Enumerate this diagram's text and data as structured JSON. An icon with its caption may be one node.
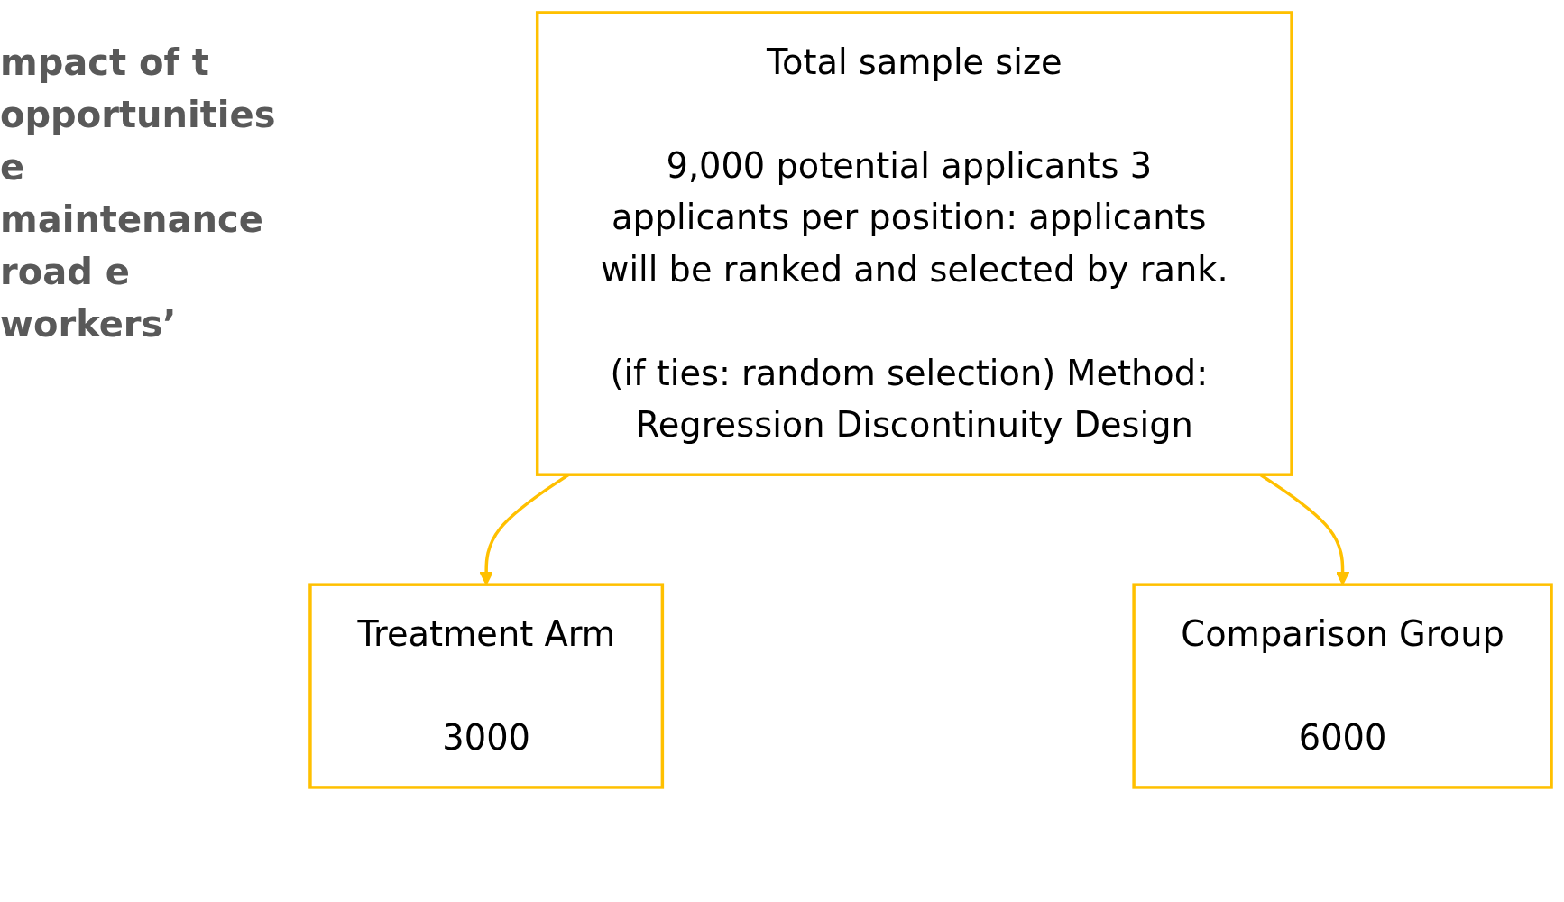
{
  "diagram": {
    "nodes": [
      {
        "text": [
          "Total sample size",
          "9,000 potential applicants 3 applicants per position: applicants will be ranked and selected by rank.",
          "(if ties: random selection) Method: Regression Discontinuity Design"
        ]
      },
      {
        "text": [
          "Treatment Arm",
          "3000"
        ]
      },
      {
        "text": [
          "Comparison Group",
          "6000"
        ]
      }
    ],
    "edges": [
      {
        "from": 0,
        "to": 1,
        "arrow": "to",
        "color": "#ffc000"
      },
      {
        "from": 0,
        "to": 2,
        "arrow": "to",
        "color": "#ffc000"
      }
    ],
    "labels": [
      "mpact of t opportunities e maintenance road e workers’"
    ]
  }
}
